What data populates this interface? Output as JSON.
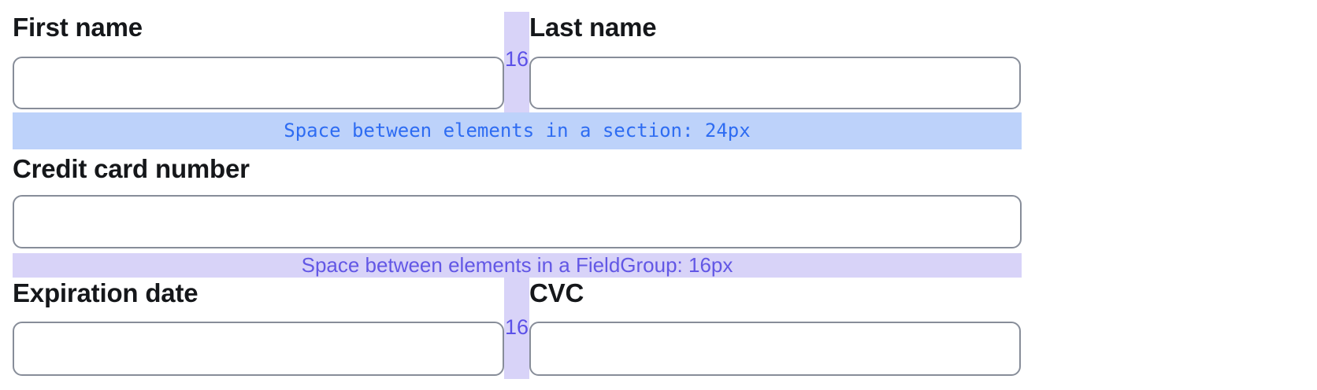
{
  "colors": {
    "section_band_bg": "#bdd2fa",
    "section_band_text": "#2e6cf2",
    "fieldgroup_band_bg": "#d8d3f8",
    "fieldgroup_band_text": "#6257e5",
    "gap_strip_bg": "#d8d3f8",
    "gap_strip_text": "#5b50e8",
    "input_border": "#878d99",
    "label_text": "#15171a",
    "page_bg": "#ffffff"
  },
  "form": {
    "name_row": {
      "gap_size_label": "16",
      "fields": [
        {
          "label": "First name",
          "value": ""
        },
        {
          "label": "Last name",
          "value": ""
        }
      ]
    },
    "section_spacing_note": "Space between elements in a section: 24px",
    "card_field": {
      "label": "Credit card number",
      "value": ""
    },
    "fieldgroup_spacing_note": "Space between elements in a FieldGroup: 16px",
    "card_details_row": {
      "gap_size_label": "16",
      "fields": [
        {
          "label": "Expiration date",
          "value": ""
        },
        {
          "label": "CVC",
          "value": ""
        }
      ]
    }
  }
}
